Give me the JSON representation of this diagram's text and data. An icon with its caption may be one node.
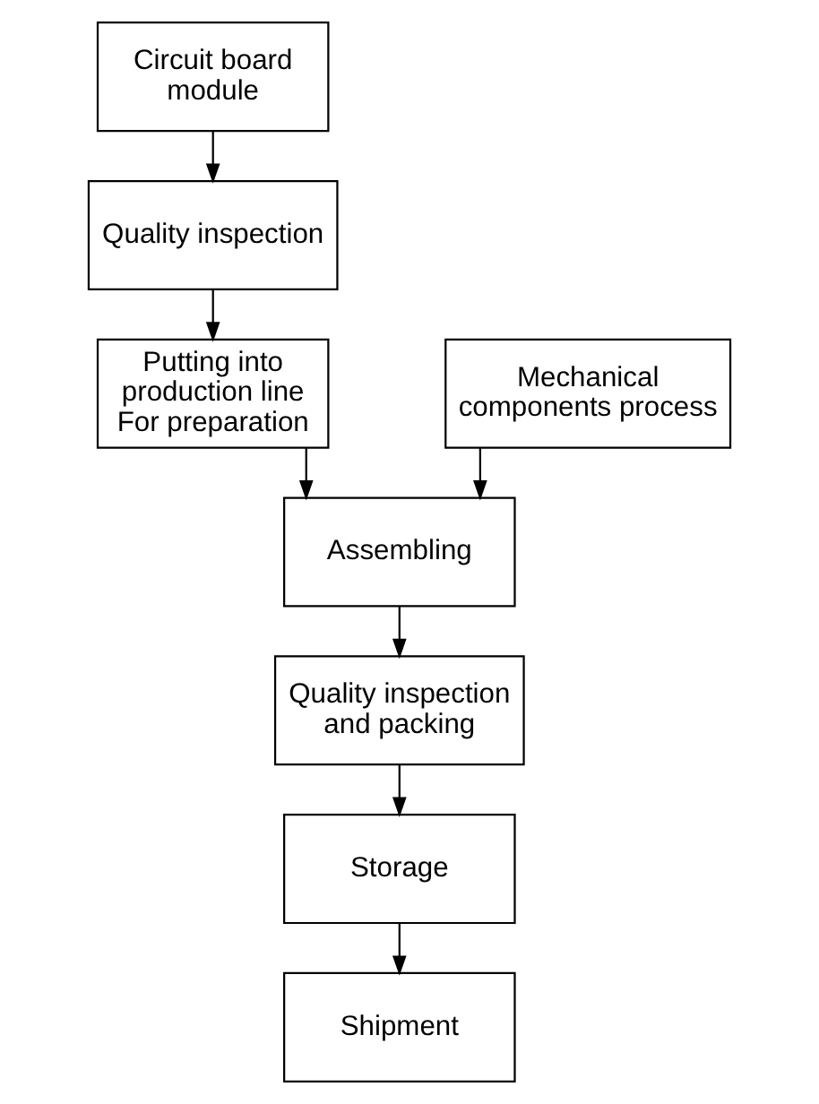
{
  "diagram": {
    "nodes": [
      {
        "text": [
          "Circuit board module"
        ]
      },
      {
        "text": [
          "Quality inspection"
        ]
      },
      {
        "text": [
          "Putting into production line For preparation"
        ]
      },
      {
        "text": [
          "Mechanical components process"
        ]
      },
      {
        "text": [
          "Assembling"
        ]
      },
      {
        "text": [
          "Quality inspection and packing"
        ]
      },
      {
        "text": [
          "Storage"
        ]
      },
      {
        "text": [
          "Shipment"
        ]
      }
    ],
    "edges": [
      {
        "from": 0,
        "to": 1,
        "arrow": "to"
      },
      {
        "from": 1,
        "to": 2,
        "arrow": "to"
      },
      {
        "from": 2,
        "to": 4,
        "arrow": "to"
      },
      {
        "from": 3,
        "to": 4,
        "arrow": "to"
      },
      {
        "from": 4,
        "to": 5,
        "arrow": "to"
      },
      {
        "from": 5,
        "to": 6,
        "arrow": "to"
      },
      {
        "from": 6,
        "to": 7,
        "arrow": "to"
      }
    ]
  }
}
